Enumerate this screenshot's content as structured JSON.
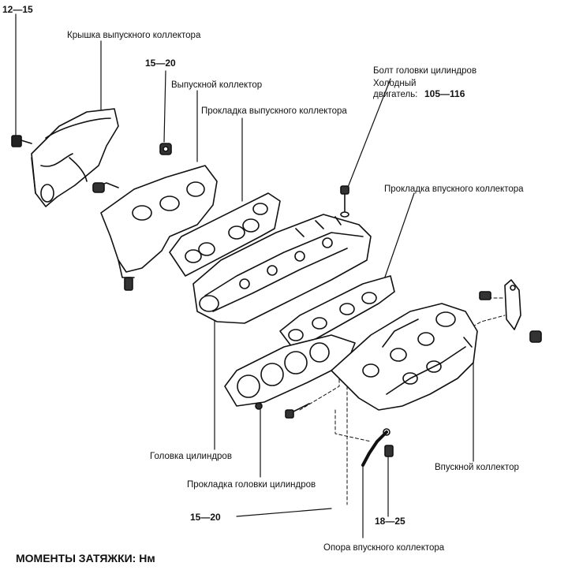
{
  "labels": {
    "torque_12_15": "12—15",
    "exhaust_cover": "Крышка выпускного коллектора",
    "torque_15_20_top": "15—20",
    "exhaust_manifold": "Выпускной коллектор",
    "exhaust_gasket": "Прокладка выпускного коллектора",
    "head_bolt": "Болт головки цилиндров",
    "cold_engine_1": "Холодный",
    "cold_engine_2": "двигатель:",
    "torque_105_116": "105—116",
    "intake_gasket": "Прокладка впускного коллектора",
    "cylinder_head": "Головка цилиндров",
    "head_gasket": "Прокладка головки цилиндров",
    "intake_manifold": "Впускной коллектор",
    "torque_15_20_bottom": "15—20",
    "torque_18_25": "18—25",
    "intake_support": "Опора впускного коллектора",
    "footer": "МОМЕНТЫ ЗАТЯЖКИ: Нм"
  }
}
